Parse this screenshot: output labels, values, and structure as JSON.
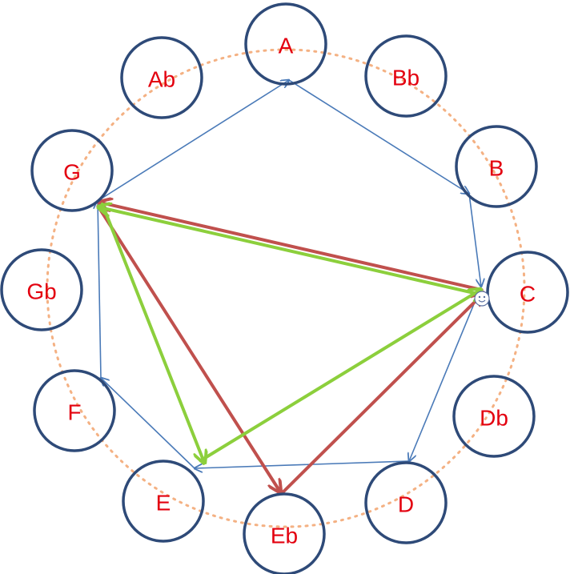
{
  "colors": {
    "circle_stroke": "#2e4a78",
    "label": "#e3000f",
    "guide": "#f4b183",
    "blue_line": "#4a7ab8",
    "green_line": "#8ccf3c",
    "red_line": "#c0504d"
  },
  "notes": [
    {
      "id": "A",
      "label": "A"
    },
    {
      "id": "Bb",
      "label": "Bb"
    },
    {
      "id": "B",
      "label": "B"
    },
    {
      "id": "C",
      "label": "C"
    },
    {
      "id": "Db",
      "label": "Db"
    },
    {
      "id": "D",
      "label": "D"
    },
    {
      "id": "Eb",
      "label": "Eb"
    },
    {
      "id": "E",
      "label": "E"
    },
    {
      "id": "F",
      "label": "F"
    },
    {
      "id": "Gb",
      "label": "Gb"
    },
    {
      "id": "G",
      "label": "G"
    },
    {
      "id": "Ab",
      "label": "Ab"
    }
  ],
  "blue_path": [
    "G",
    "A",
    "B",
    "C",
    "D",
    "E",
    "F",
    "G"
  ],
  "green_path": [
    "C",
    "G",
    "E",
    "C"
  ],
  "red_path": [
    "C",
    "G",
    "Eb",
    "C"
  ],
  "start_marker": {
    "note": "C",
    "icon": "smiley-icon"
  }
}
